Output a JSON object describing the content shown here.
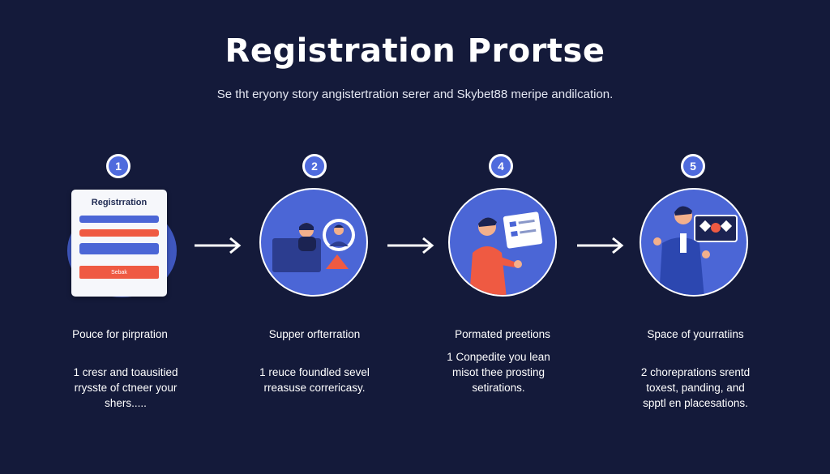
{
  "title": "Registration Prortse",
  "subtitle": "Se tht eryony story angistertration serer and Skybet88 meripe andilcation.",
  "colors": {
    "background": "#141a3a",
    "accent": "#4b66d6",
    "badge": "#4f6bdd",
    "orange": "#ef5a42"
  },
  "steps": [
    {
      "number": "1",
      "title": "Pouce for pirpration",
      "desc": [
        "1 cresr and toausitied",
        "rrysste of ctneer your",
        "shers....."
      ],
      "card": {
        "title": "Registrration",
        "button": "Sebak"
      }
    },
    {
      "number": "2",
      "title": "Supper orfterration",
      "desc": [
        "1 reuce foundled sevel",
        "rreasuse correricasy."
      ]
    },
    {
      "number": "4",
      "title": "Pormated preetions",
      "desc": [
        "1 Conpedite you lean",
        "misot thee prosting",
        "setirations."
      ]
    },
    {
      "number": "5",
      "title": "Space of yourratiins",
      "desc": [
        "2 choreprations srentd",
        "toxest, panding, and",
        "spptl en placesations."
      ]
    }
  ]
}
